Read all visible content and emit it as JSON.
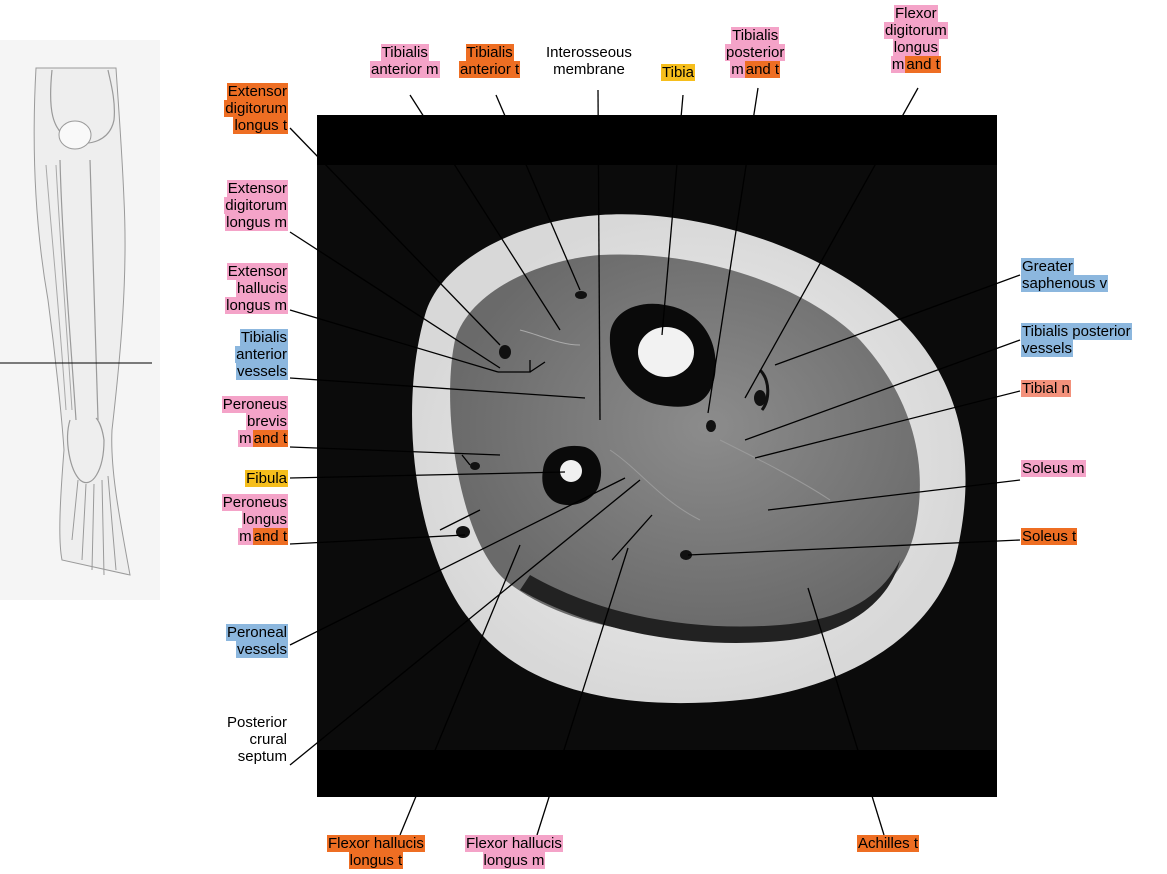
{
  "labels": {
    "tibialis_anterior_m": [
      "Tibialis",
      "anterior m"
    ],
    "tibialis_anterior_t": [
      "Tibialis",
      "anterior t"
    ],
    "interosseous_membrane": [
      "Interosseous",
      "membrane"
    ],
    "tibia": "Tibia",
    "tibialis_posterior": [
      "Tibialis",
      "posterior",
      "m",
      "and t"
    ],
    "flexor_digitorum_longus": [
      "Flexor",
      "digitorum",
      "longus",
      "m",
      "and t"
    ],
    "extensor_digitorum_longus_t": [
      "Extensor",
      "digitorum",
      "longus t"
    ],
    "extensor_digitorum_longus_m": [
      "Extensor",
      "digitorum",
      "longus m"
    ],
    "extensor_hallucis_longus_m": [
      "Extensor",
      "hallucis",
      "longus m"
    ],
    "tibialis_anterior_vessels": [
      "Tibialis",
      "anterior",
      "vessels"
    ],
    "peroneus_brevis": [
      "Peroneus",
      "brevis",
      "m",
      "and t"
    ],
    "fibula": "Fibula",
    "peroneus_longus": [
      "Peroneus",
      "longus",
      "m",
      "and t"
    ],
    "peroneal_vessels": [
      "Peroneal",
      "vessels"
    ],
    "posterior_crural_septum": [
      "Posterior",
      "crural",
      "septum"
    ],
    "greater_saphenous_v": [
      "Greater",
      "saphenous v"
    ],
    "tibialis_posterior_vessels": [
      "Tibialis posterior",
      "vessels"
    ],
    "tibial_n": "Tibial n",
    "soleus_m": "Soleus m",
    "soleus_t": "Soleus t",
    "achilles_t": "Achilles t",
    "flexor_hallucis_longus_t": [
      "Flexor hallucis",
      "longus t"
    ],
    "flexor_hallucis_longus_m": [
      "Flexor hallucis",
      "longus m"
    ]
  },
  "colors": {
    "muscle": "#f4a3c8",
    "tendon": "#ee6e23",
    "bone": "#f6be1c",
    "vessel": "#8cb7de",
    "nerve": "#f3917b"
  }
}
